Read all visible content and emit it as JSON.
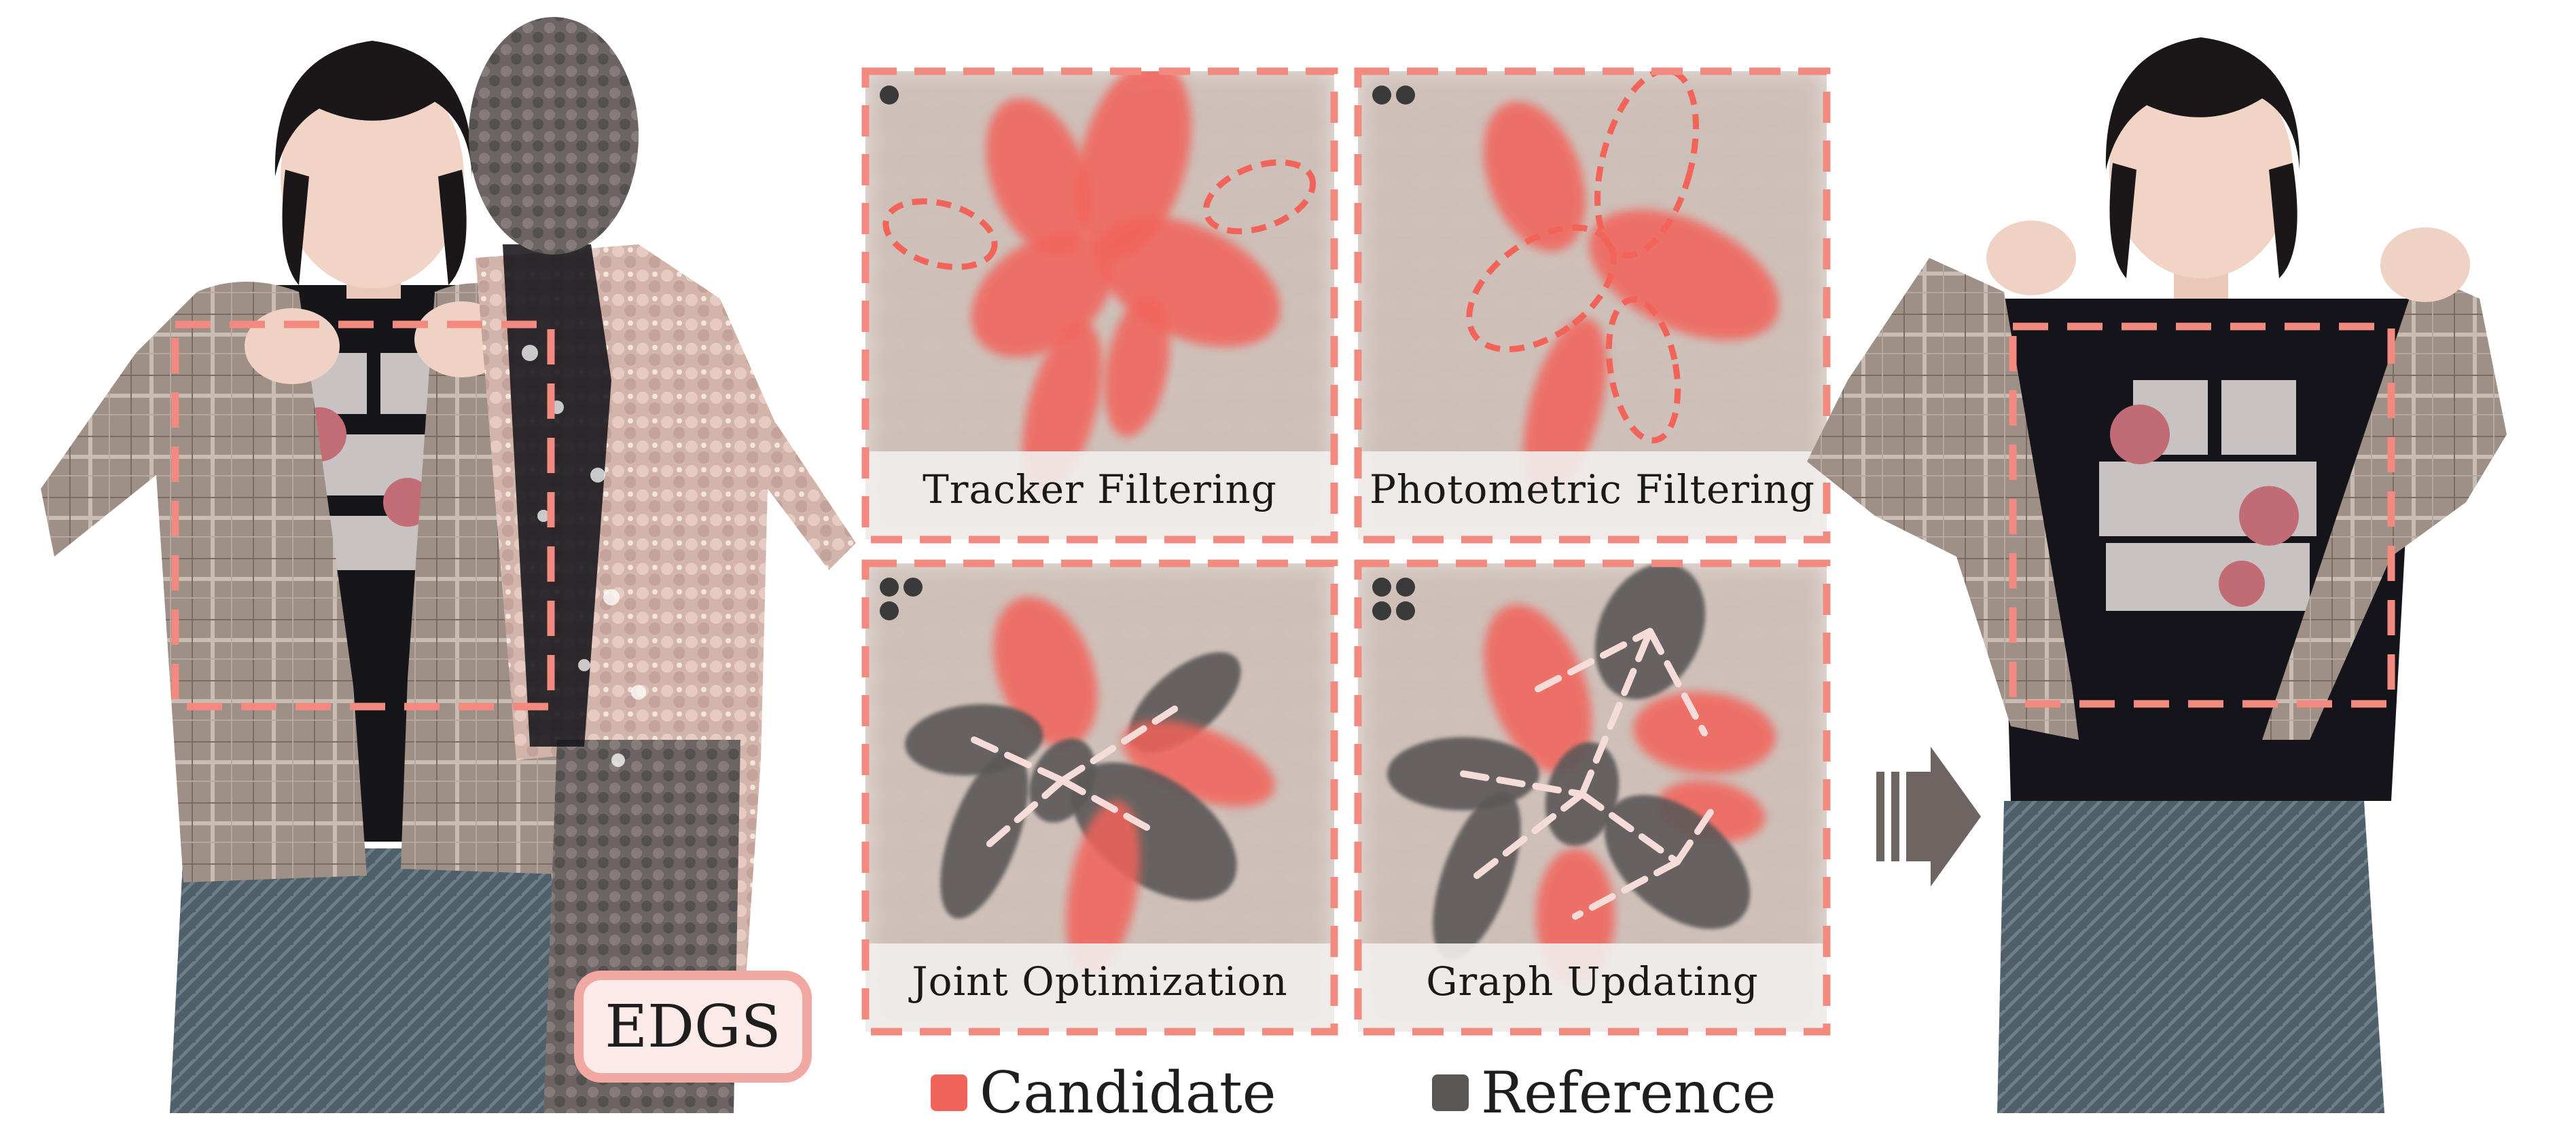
{
  "panels": [
    {
      "label": "Tracker Filtering",
      "step_dots": 1
    },
    {
      "label": "Photometric Filtering",
      "step_dots": 2
    },
    {
      "label": "Joint Optimization",
      "step_dots": 3
    },
    {
      "label": "Graph Updating",
      "step_dots": 4
    }
  ],
  "badge": {
    "text": "EDGS"
  },
  "legend": [
    {
      "label": "Candidate",
      "color": "#f2645a"
    },
    {
      "label": "Reference",
      "color": "#5a5656"
    }
  ],
  "colors": {
    "accent_dashed": "#f28a80",
    "candidate": "#f2645a",
    "reference": "#5c5858",
    "arrow": "#6e6462"
  }
}
